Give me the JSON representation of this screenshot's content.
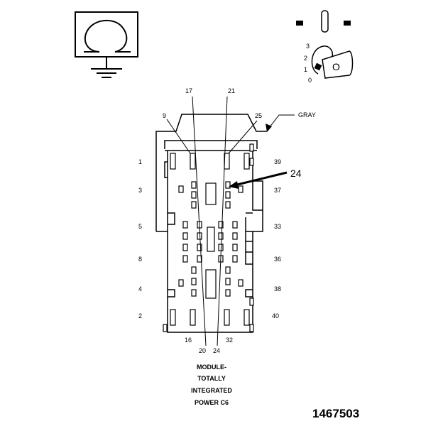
{
  "header": {
    "ohmmeter_symbol": "Ω",
    "key_positions": [
      "3",
      "2",
      "1",
      "0"
    ],
    "key_letter": "O"
  },
  "connector": {
    "wire_color": "GRAY",
    "callout": "24",
    "top_pins": [
      "9",
      "17",
      "21",
      "25"
    ],
    "left_pins": [
      "1",
      "3",
      "5",
      "8",
      "4",
      "2"
    ],
    "right_pins": [
      "39",
      "37",
      "33",
      "36",
      "38",
      "40"
    ],
    "bottom_pins": [
      "16",
      "20",
      "24",
      "32"
    ]
  },
  "caption": {
    "line1": "MODULE-",
    "line2": "TOTALLY",
    "line3": "INTEGRATED",
    "line4": "POWER C6"
  },
  "figure_number": "1467503"
}
